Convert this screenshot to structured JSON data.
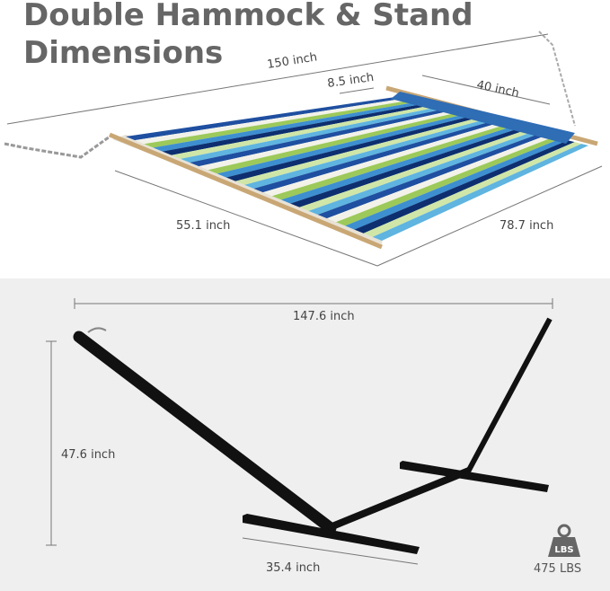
{
  "title": [
    "Double Hammock & Stand",
    "Dimensions"
  ],
  "hammock": {
    "length_label": "150 inch",
    "pillow_label": "8.5 inch",
    "pillow_width_label": "40 inch",
    "width_label": "55.1 inch",
    "bed_length_label": "78.7 inch",
    "stripe_colors": [
      "#1f4fa0",
      "#f2f2ea",
      "#9cc95a",
      "#3d8fd0",
      "#0d2f70",
      "#cfe6a8",
      "#5fb4e0"
    ]
  },
  "stand": {
    "length_label": "147.6 inch",
    "height_label": "47.6 inch",
    "base_label": "35.4 inch",
    "weight_icon": "weight-icon",
    "weight_icon_text": "LBS",
    "weight_capacity": "475 LBS"
  }
}
